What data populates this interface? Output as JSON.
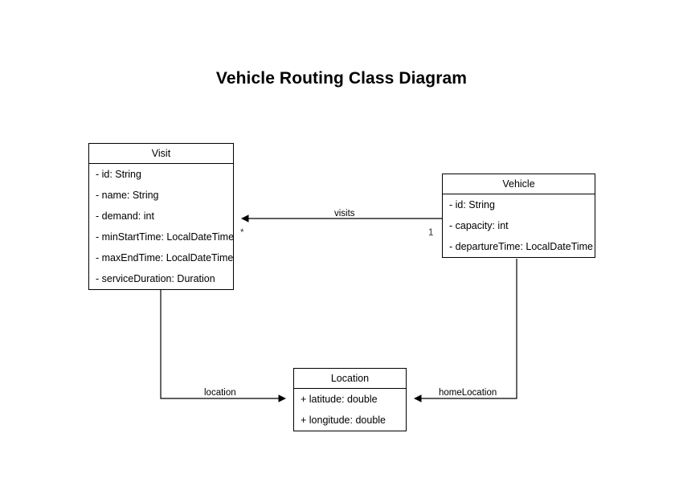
{
  "diagram": {
    "title": "Vehicle Routing Class Diagram",
    "type": "uml-class-diagram",
    "background_color": "#ffffff",
    "line_color": "#000000",
    "classes": [
      {
        "id": "visit",
        "name": "Visit",
        "attributes": [
          "- id: String",
          "- name: String",
          "- demand: int",
          "- minStartTime: LocalDateTime",
          "- maxEndTime: LocalDateTime",
          "- serviceDuration: Duration"
        ]
      },
      {
        "id": "vehicle",
        "name": "Vehicle",
        "attributes": [
          "- id: String",
          "- capacity: int",
          "- departureTime: LocalDateTime"
        ]
      },
      {
        "id": "location",
        "name": "Location",
        "attributes": [
          "+ latitude: double",
          "+ longitude: double"
        ]
      }
    ],
    "relationships": [
      {
        "id": "visits",
        "label": "visits",
        "from": "Vehicle",
        "to": "Visit",
        "source_multiplicity": "1",
        "target_multiplicity": "*"
      },
      {
        "id": "location",
        "label": "location",
        "from": "Visit",
        "to": "Location",
        "source_multiplicity": "",
        "target_multiplicity": ""
      },
      {
        "id": "homeLocation",
        "label": "homeLocation",
        "from": "Vehicle",
        "to": "Location",
        "source_multiplicity": "",
        "target_multiplicity": ""
      }
    ]
  }
}
